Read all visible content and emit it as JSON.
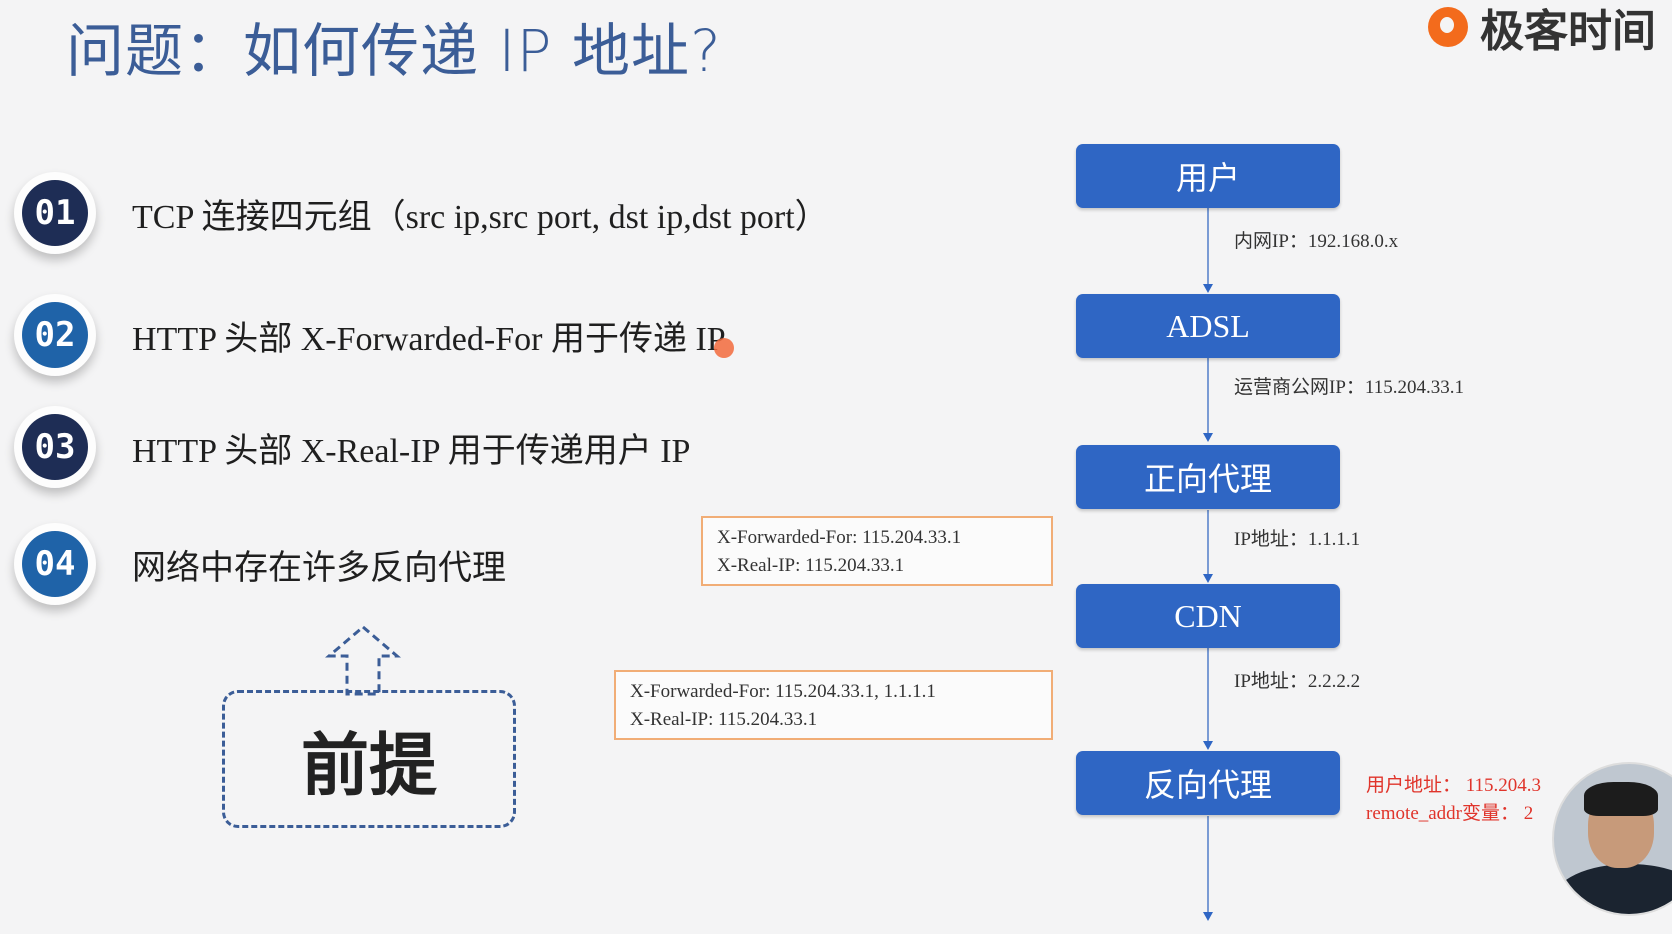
{
  "slide": {
    "title": "问题：如何传递 IP 地址?",
    "brand": "极客时间"
  },
  "items": [
    {
      "num": "01",
      "text": "TCP 连接四元组（src ip,src port, dst ip,dst port）",
      "color": "#1e2d55"
    },
    {
      "num": "02",
      "text": "HTTP 头部 X-Forwarded-For 用于传递 IP",
      "color": "#1f63a8"
    },
    {
      "num": "03",
      "text": "HTTP 头部 X-Real-IP 用于传递用户 IP",
      "color": "#1e2d55"
    },
    {
      "num": "04",
      "text": "网络中存在许多反向代理",
      "color": "#1f63a8"
    }
  ],
  "premise": "前提",
  "flow": {
    "nodes": [
      "用户",
      "ADSL",
      "正向代理",
      "CDN",
      "反向代理"
    ],
    "edges": [
      "内网IP：192.168.0.x",
      "运营商公网IP：115.204.33.1",
      "IP地址：1.1.1.1",
      "IP地址：2.2.2.2"
    ],
    "node_color": "#2f66c4"
  },
  "header_boxes": [
    {
      "line1": "X-Forwarded-For:   115.204.33.1",
      "line2": "X-Real-IP:   115.204.33.1"
    },
    {
      "line1": "X-Forwarded-For:   115.204.33.1,  1.1.1.1",
      "line2": "X-Real-IP:   115.204.33.1"
    }
  ],
  "red_note": {
    "line1": "用户地址：  115.204.3",
    "line2": "remote_addr变量：  2"
  }
}
